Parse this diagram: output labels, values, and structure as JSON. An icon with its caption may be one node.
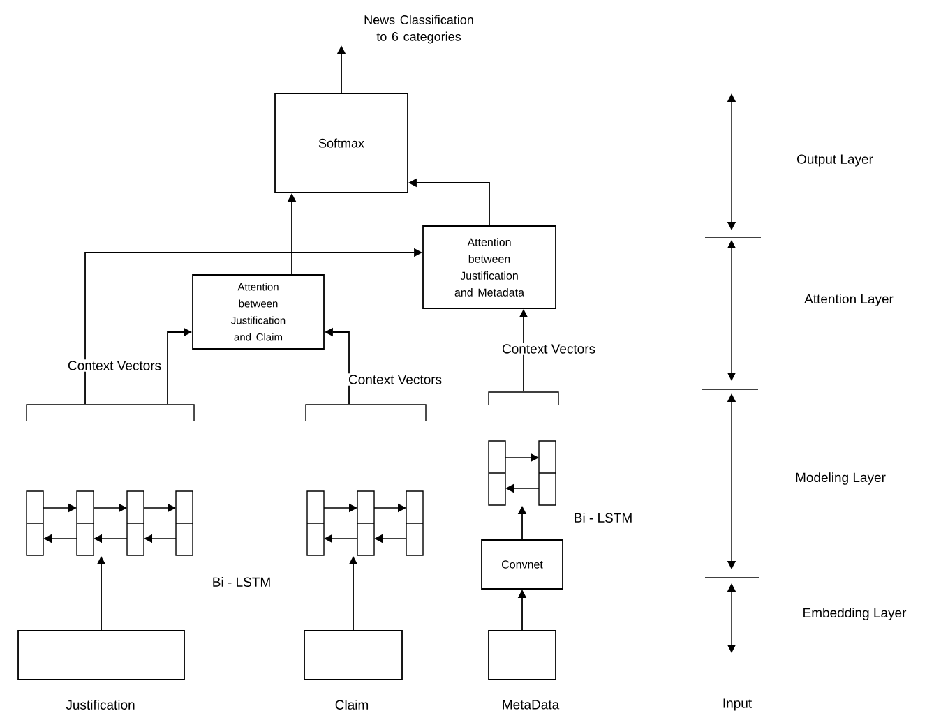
{
  "diagram": {
    "nodes": [
      {
        "text": [
          "News Classification to 6 categories"
        ]
      },
      {
        "text": [
          "Softmax"
        ]
      },
      {
        "text": [
          "Attention between Justification and Metadata"
        ]
      },
      {
        "text": [
          "Attention between Justification and Claim"
        ]
      },
      {
        "text": [],
        "shape": "box",
        "beside": [
          "Justification"
        ]
      },
      {
        "text": [],
        "shape": "box",
        "beside": [
          "Claim"
        ]
      },
      {
        "text": [],
        "shape": "box",
        "beside": [
          "MetaData"
        ]
      },
      {
        "text": [
          "Convnet"
        ]
      },
      {
        "text": [],
        "shape": "box"
      },
      {
        "text": [],
        "shape": "box"
      },
      {
        "text": [],
        "shape": "box"
      }
    ],
    "edges": [
      {
        "from": 1,
        "to": 0,
        "arrow": "to"
      },
      {
        "from": 3,
        "to": 1,
        "arrow": "to"
      },
      {
        "from": 2,
        "to": 1,
        "arrow": "to"
      },
      {
        "from": 8,
        "to": 2,
        "arrow": "to"
      },
      {
        "from": 8,
        "to": 3,
        "arrow": "to",
        "label": "Context Vectors"
      },
      {
        "from": 9,
        "to": 3,
        "arrow": "to",
        "label": "Context Vectors"
      },
      {
        "from": 10,
        "to": 2,
        "arrow": "to",
        "label": "Context Vectors"
      },
      {
        "from": 4,
        "to": 8,
        "arrow": "to"
      },
      {
        "from": 5,
        "to": 9,
        "arrow": "to"
      },
      {
        "from": 6,
        "to": 7,
        "arrow": "to"
      },
      {
        "from": 7,
        "to": 10,
        "arrow": "to"
      }
    ],
    "labels": [
      "Output Layer",
      "Attention Layer",
      "Bi - LSTM",
      "Modeling Layer",
      "Bi - LSTM",
      "Embedding Layer",
      "Input"
    ]
  }
}
